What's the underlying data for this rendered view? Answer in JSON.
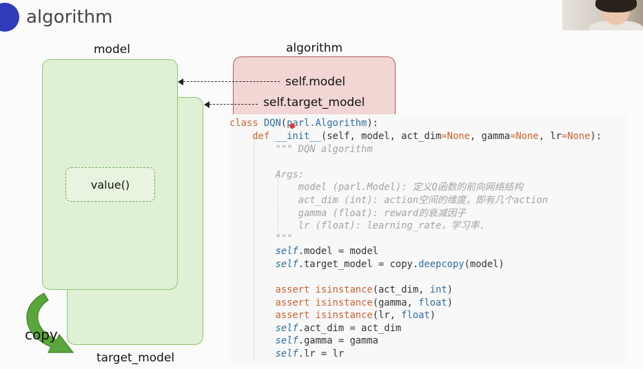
{
  "slide": {
    "title": "algorithm"
  },
  "diagram": {
    "model_label": "model",
    "algorithm_label": "algorithm",
    "value_label": "value()",
    "target_model_label": "target_model",
    "self_model_label": "self.model",
    "self_target_label": "self.target_model",
    "copy_label": "copy"
  },
  "code": {
    "l1": {
      "a": "class ",
      "b": "DQN",
      "c": "(",
      "d": "parl.Algorithm",
      "e": "):"
    },
    "l2": {
      "a": "    def ",
      "b": "__init__",
      "c": "(self, model, ",
      "d": "act_dim",
      "e": "=",
      "f": "None",
      "g": ", ",
      "h": "gamma",
      "i": "=",
      "j": "None",
      "k": ", ",
      "l": "lr",
      "m": "=",
      "n": "None",
      "o": "):"
    },
    "l3": "        \"\"\" DQN algorithm",
    "l4": "",
    "l5": "        Args:",
    "l6": "            model (parl.Model): 定义Q函数的前向网络结构",
    "l7": "            act_dim (int): action空间的维度，即有几个action",
    "l8": "            gamma (float): reward的衰减因子",
    "l9": "            lr (float): learning_rate，学习率.",
    "l10": "        \"\"\"",
    "l11": {
      "a": "        ",
      "b": "self",
      "c": ".model = model"
    },
    "l12": {
      "a": "        ",
      "b": "self",
      "c": ".target_model = copy.",
      "d": "deepcopy",
      "e": "(model)"
    },
    "l13": "",
    "l14": {
      "a": "        ",
      "b": "assert ",
      "c": "isinstance",
      "d": "(act_dim, ",
      "e": "int",
      "f": ")"
    },
    "l15": {
      "a": "        ",
      "b": "assert ",
      "c": "isinstance",
      "d": "(gamma, ",
      "e": "float",
      "f": ")"
    },
    "l16": {
      "a": "        ",
      "b": "assert ",
      "c": "isinstance",
      "d": "(lr, ",
      "e": "float",
      "f": ")"
    },
    "l17": {
      "a": "        ",
      "b": "self",
      "c": ".act_dim = act_dim"
    },
    "l18": {
      "a": "        ",
      "b": "self",
      "c": ".gamma = gamma"
    },
    "l19": {
      "a": "        ",
      "b": "self",
      "c": ".lr = lr"
    }
  },
  "webcam": {
    "description": "presenter"
  }
}
